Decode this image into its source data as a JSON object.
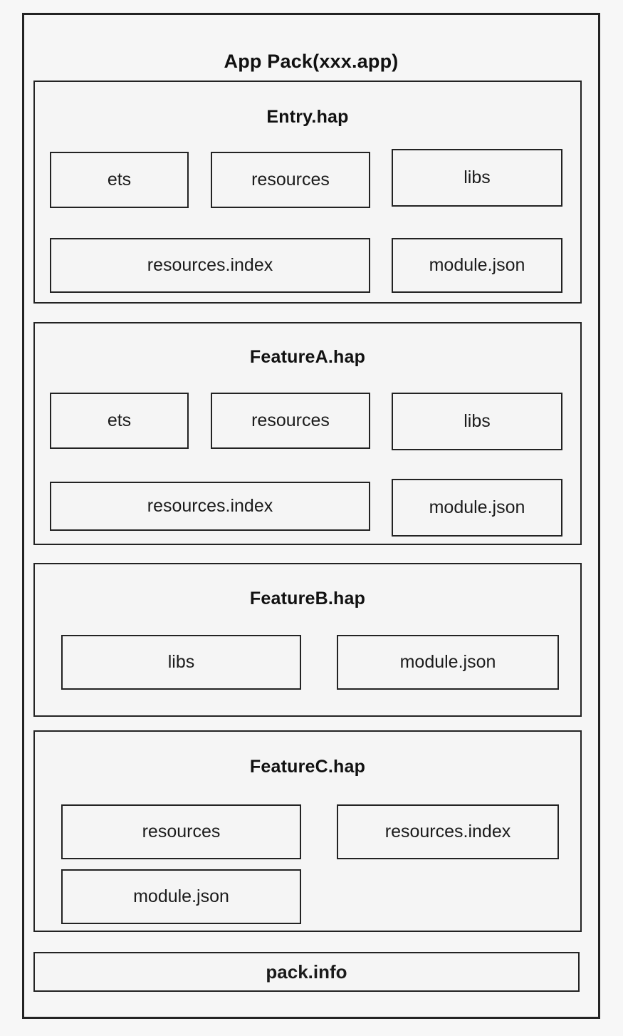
{
  "diagram": {
    "title": "App Pack(xxx.app)",
    "sections": [
      {
        "title": "Entry.hap",
        "items": [
          {
            "label": "ets"
          },
          {
            "label": "resources"
          },
          {
            "label": "libs"
          },
          {
            "label": "resources.index"
          },
          {
            "label": "module.json"
          }
        ]
      },
      {
        "title": "FeatureA.hap",
        "items": [
          {
            "label": "ets"
          },
          {
            "label": "resources"
          },
          {
            "label": "libs"
          },
          {
            "label": "resources.index"
          },
          {
            "label": "module.json"
          }
        ]
      },
      {
        "title": "FeatureB.hap",
        "items": [
          {
            "label": "libs"
          },
          {
            "label": "module.json"
          }
        ]
      },
      {
        "title": "FeatureC.hap",
        "items": [
          {
            "label": "resources"
          },
          {
            "label": "resources.index"
          },
          {
            "label": "module.json"
          }
        ]
      }
    ],
    "footer": {
      "label": "pack.info"
    }
  },
  "colors": {
    "page_background": "#f7f7f7",
    "box_fill": "#f5f5f5",
    "border": "#232323",
    "text": "#1b1b1b"
  }
}
